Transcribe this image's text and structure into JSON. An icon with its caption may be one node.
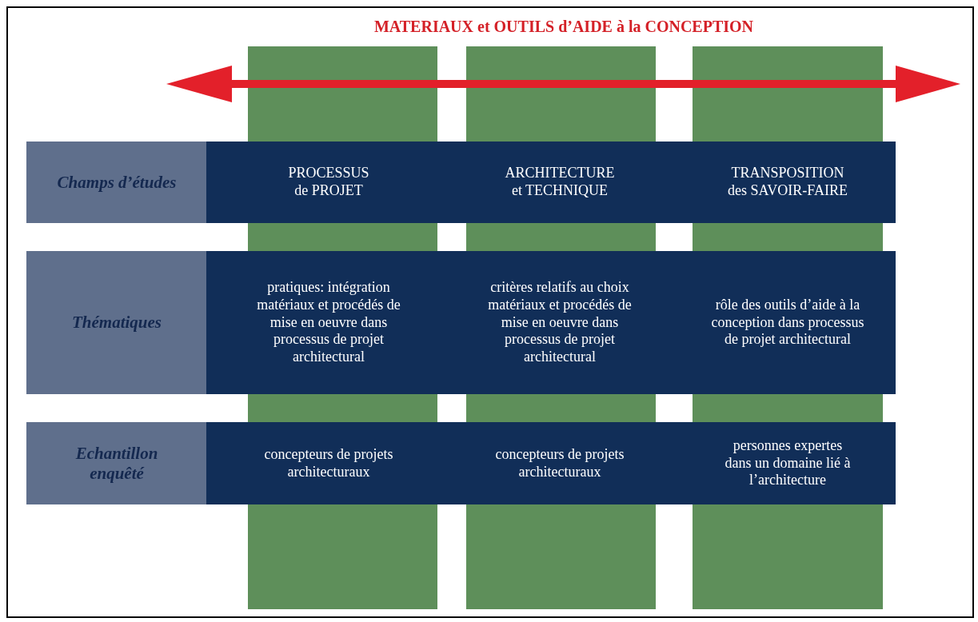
{
  "diagram": {
    "title": "MATERIAUX et OUTILS d’AIDE à la CONCEPTION",
    "nodes": [
      {
        "text": [
          "Champs d’études"
        ]
      },
      {
        "text": [
          "PROCESSUS de PROJET",
          "ARCHITECTURE et TECHNIQUE",
          "TRANSPOSITION des SAVOIR-FAIRE"
        ]
      },
      {
        "text": [
          "Thématiques"
        ]
      },
      {
        "text": [
          "pratiques: intégration matériaux et procédés de mise en oeuvre dans processus de projet architectural",
          "critères relatifs au choix matériaux et procédés de mise en oeuvre dans processus de projet architectural",
          "rôle des outils d’aide à la conception dans processus de projet architectural"
        ]
      },
      {
        "text": [
          "Echantillon enquêté"
        ]
      },
      {
        "text": [
          "concepteurs de projets architecturaux",
          "concepteurs de projets architecturaux",
          "personnes expertes dans un domaine lié à l’architecture"
        ]
      }
    ]
  }
}
